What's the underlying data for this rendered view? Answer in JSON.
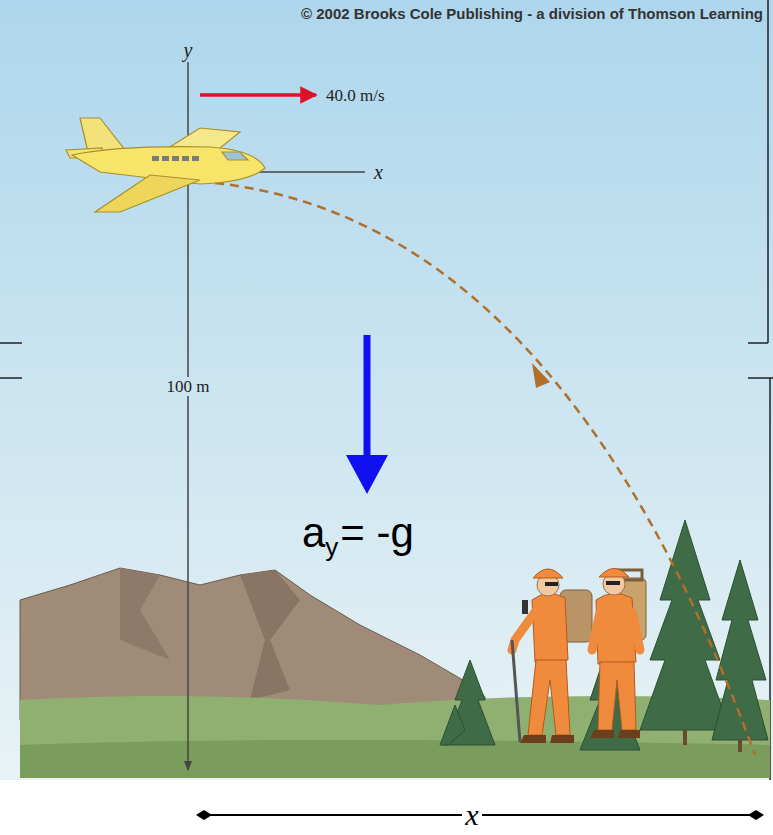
{
  "diagram": {
    "labels": [
      "© 2002 Brooks Cole Publishing - a division of Thomson Learning",
      "y",
      "40.0 m/s",
      "x",
      "100 m",
      "a",
      "y",
      "= -g",
      "x"
    ]
  }
}
